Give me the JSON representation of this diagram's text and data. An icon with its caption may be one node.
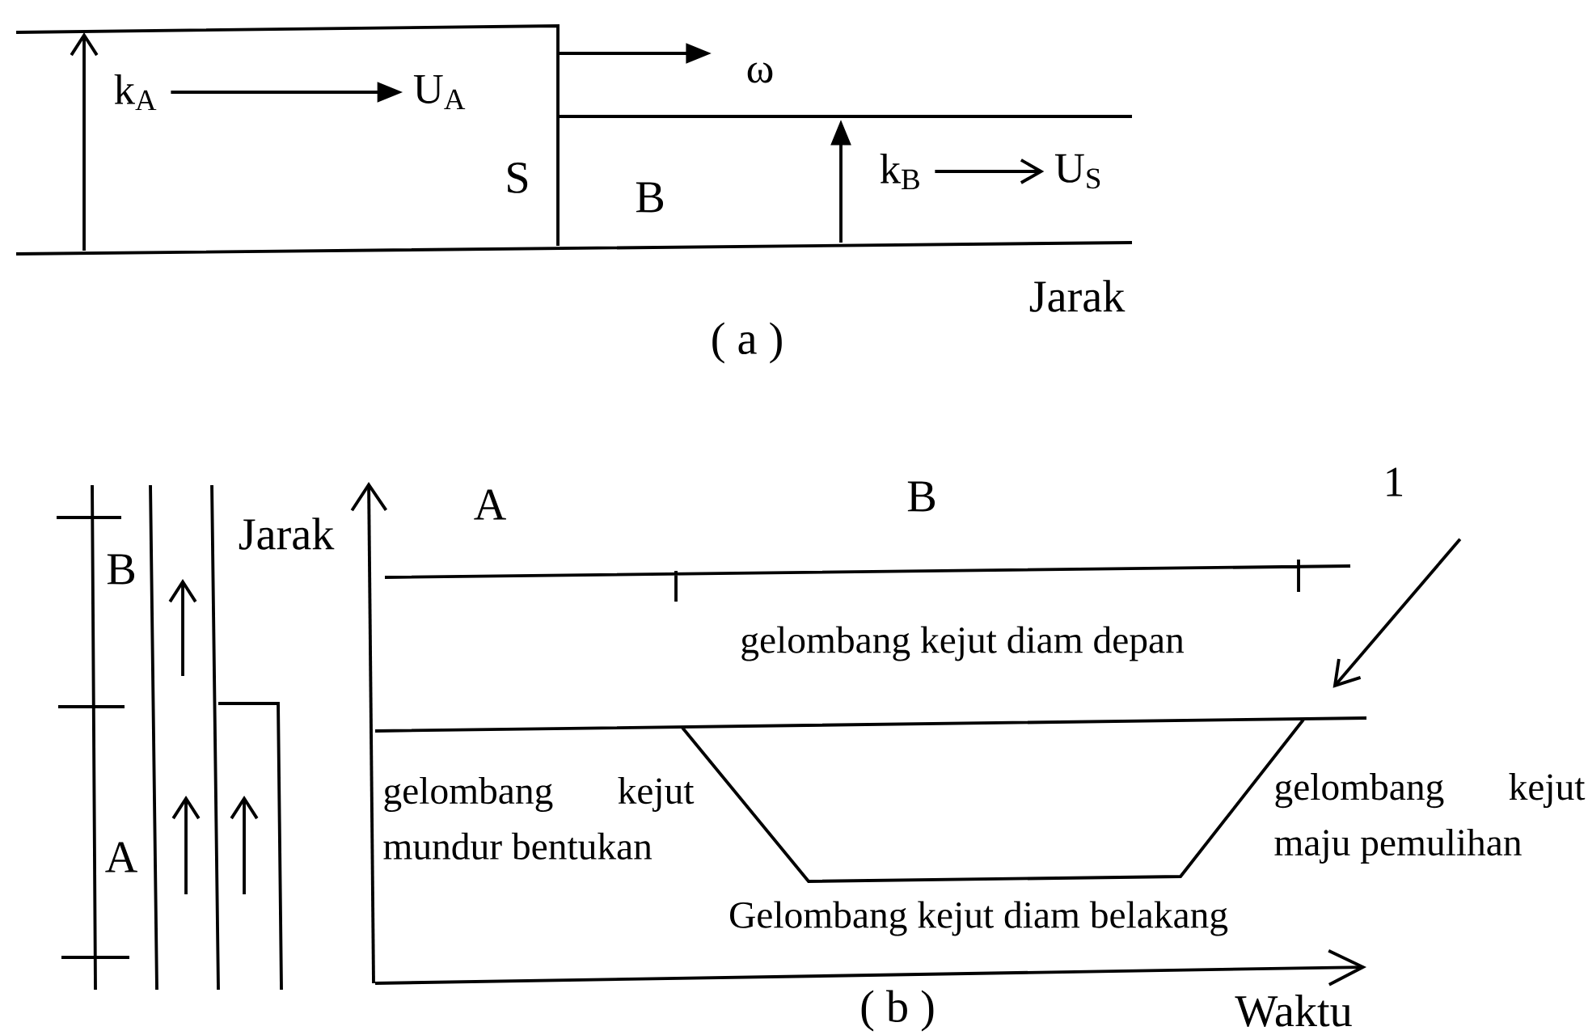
{
  "diagram": {
    "nodes": [
      {
        "text": [
          "k$_{A}$"
        ]
      },
      {
        "text": [
          "U$_{A}$"
        ]
      },
      {
        "text": [
          "k$_{B}$"
        ]
      },
      {
        "text": [
          "U$_{S}$"
        ]
      },
      {
        "text": [
          "1"
        ]
      }
    ],
    "edges": [
      {
        "from": 0,
        "to": 1,
        "arrow": "to"
      },
      {
        "from": 2,
        "to": 3,
        "arrow": "to"
      },
      {
        "from": 4,
        "to": null,
        "arrow": "to"
      }
    ],
    "labels": [
      "ω",
      "S",
      "B",
      "Jarak",
      "( a )",
      "B",
      "Jarak",
      "A",
      "B",
      "gelombang kejut diam depan",
      "gelombang kejut mundur bentukan",
      "gelombang kejut maju pemulihan",
      "A",
      "Gelombang kejut diam belakang",
      "( b )",
      "Waktu"
    ]
  }
}
